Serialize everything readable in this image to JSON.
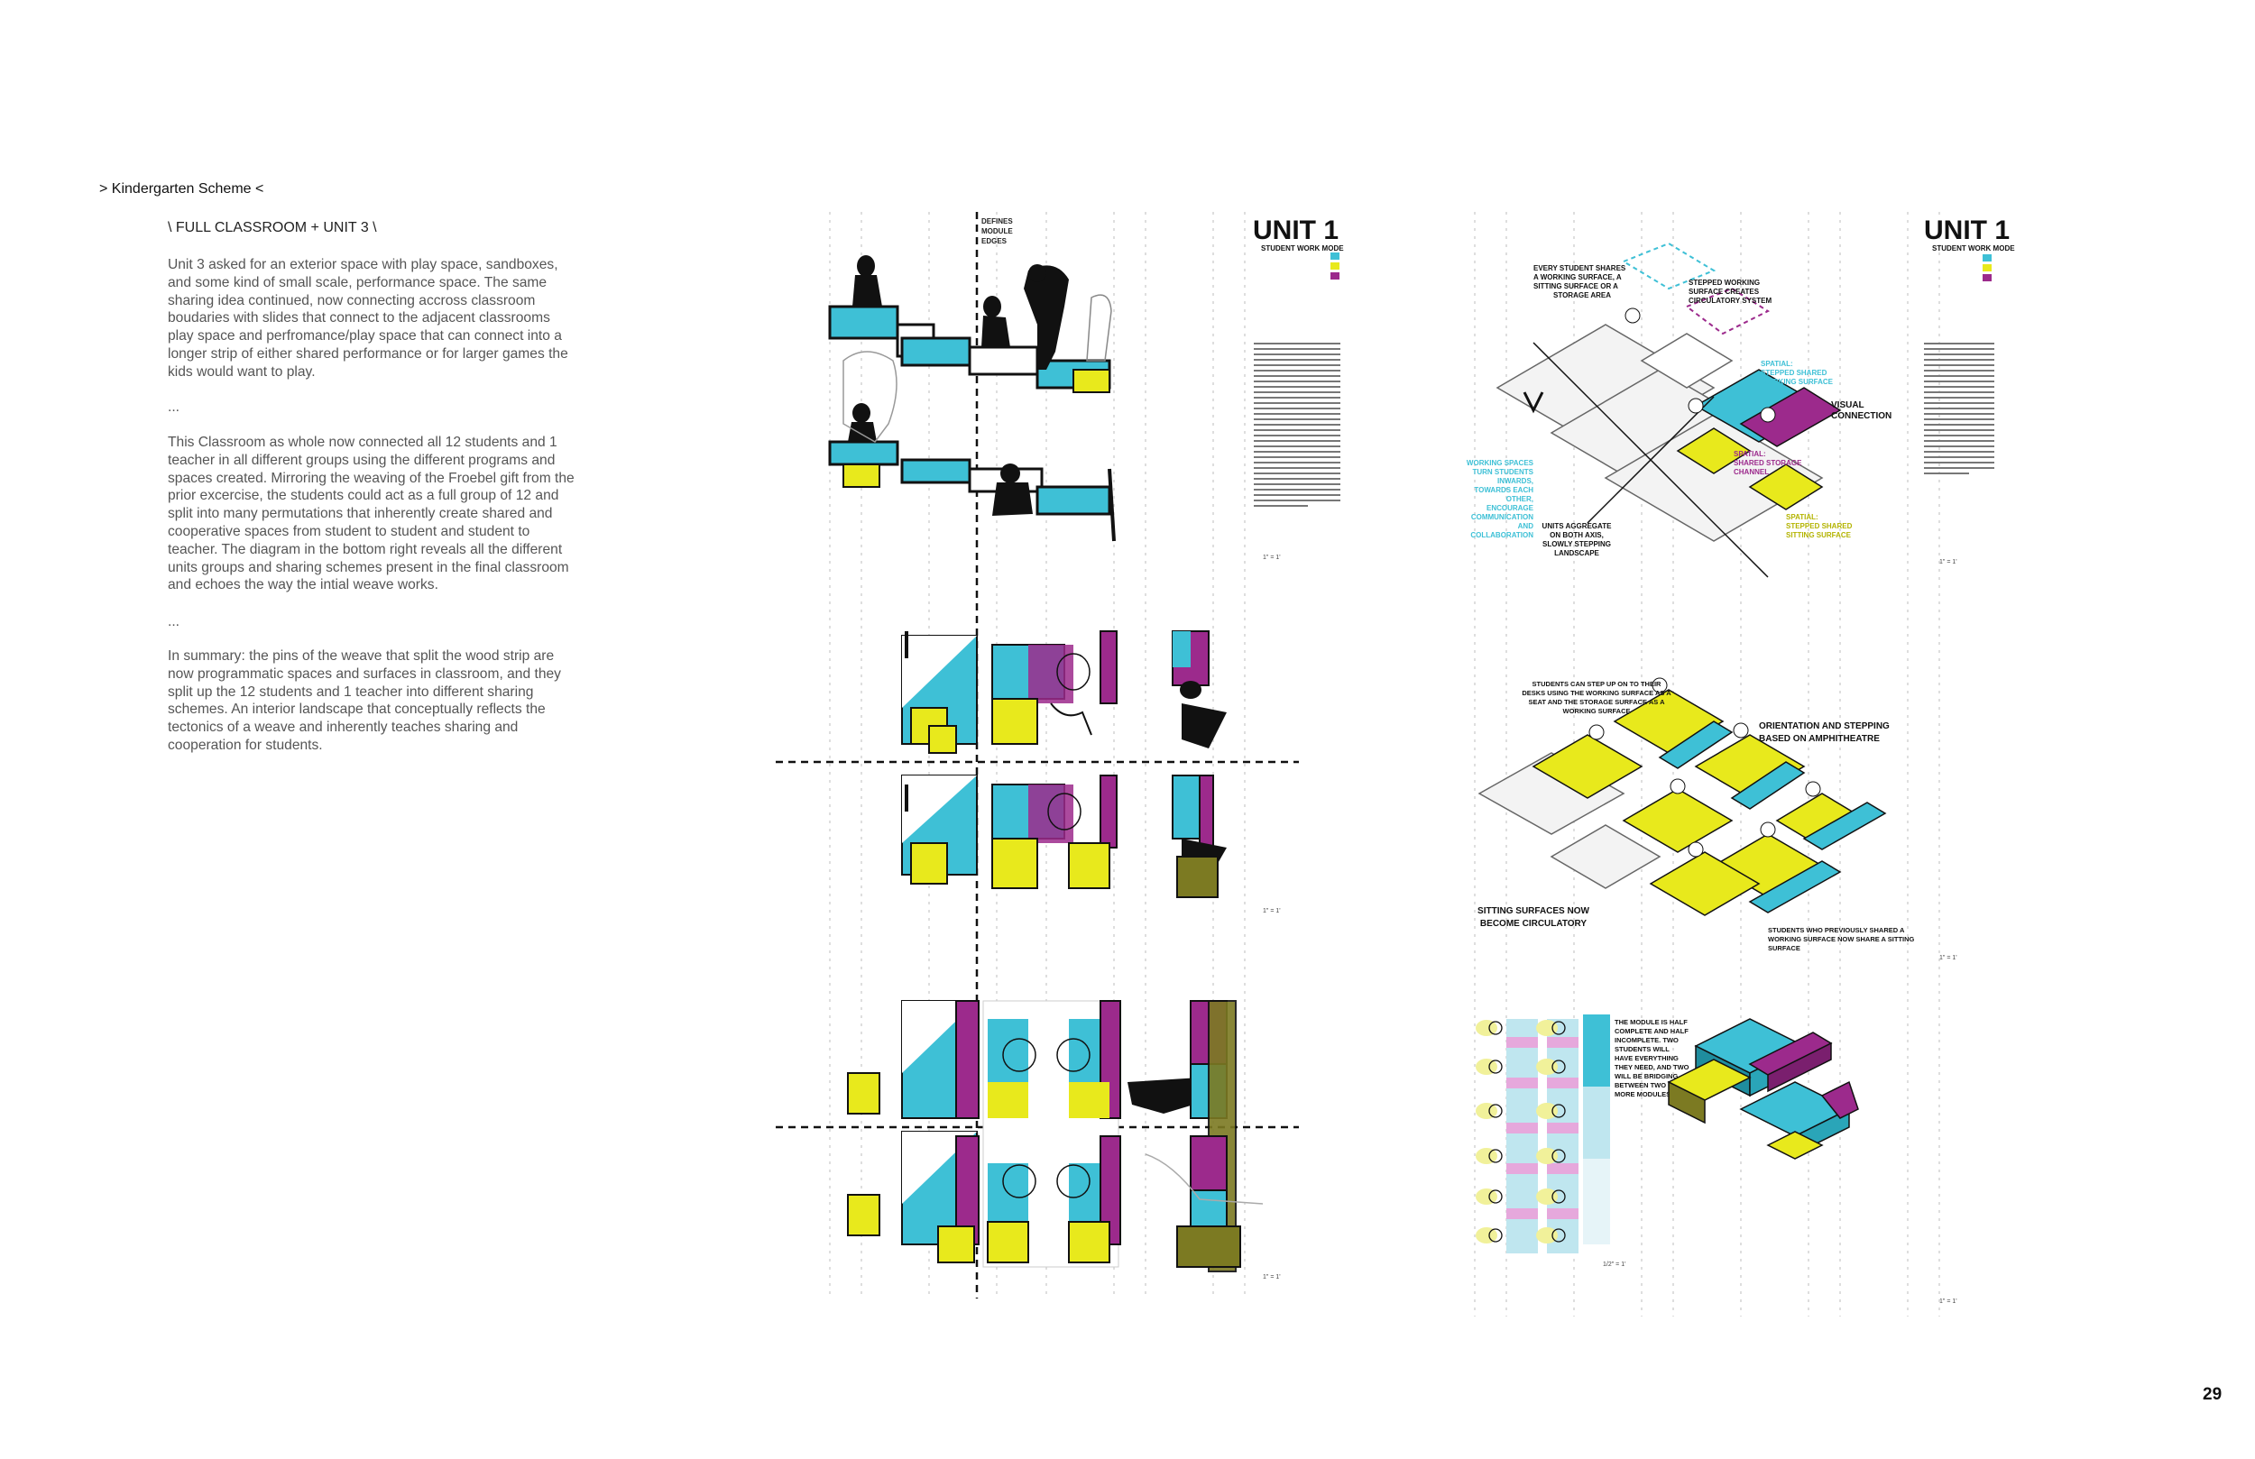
{
  "page": {
    "scheme_title": "> Kindergarten Scheme <",
    "subtitle": "\\ FULL CLASSROOM + UNIT 3 \\",
    "paragraph_1": "Unit 3 asked for an exterior space with play space, sandboxes, and some kind of small scale, performance space. The same sharing idea continued, now connecting accross classroom boudaries with slides that connect to the adjacent classrooms play space and perfromance/play space that can connect into a longer strip of either shared performance or for larger games the kids would want to play.",
    "ellipsis_1": "...",
    "paragraph_2": "This Classroom as whole now connected all 12 students and 1 teacher in all different groups using the different programs and spaces created. Mirroring the weaving of the Froebel gift from the prior excercise, the students could act as a full group of 12 and split into many permutations that inherently create shared and cooperative spaces from student to student and student to teacher. The diagram in the bottom right reveals all the different units groups and sharing schemes present in the final classroom and echoes the way the intial weave works.",
    "ellipsis_2": "...",
    "paragraph_3": "In summary: the pins of the weave that split the wood strip are now programmatic spaces and surfaces in classroom, and they split up the 12 students and 1 teacher into different sharing schemes. An interior landscape that conceptually reflects the tectonics of a weave and inherently teaches sharing and cooperation for students.",
    "page_number": "29"
  },
  "diagram": {
    "defines_module_edges": [
      "DEFINES",
      "MODULE",
      "EDGES"
    ],
    "unit_title_left": "UNIT 1",
    "unit_title_right": "UNIT 1",
    "unit_subtitle": "STUDENT WORK MODE",
    "scales": {
      "left_1": "1\" = 1'",
      "left_2": "1\" = 1'",
      "left_3": "1\" = 1'",
      "right_1": "1\" = 1'",
      "right_2": "1\" = 1'",
      "right_3": "1\" = 1'",
      "modules": "1/2\" = 1'"
    },
    "annotations": {
      "every_student": [
        "EVERY STUDENT SHARES",
        "A WORKING SURFACE, A",
        "SITTING SURFACE OR A",
        "STORAGE AREA"
      ],
      "stepped": [
        "STEPPED WORKING",
        "SURFACE CREATES",
        "CIRCULATORY SYSTEM"
      ],
      "spatial_1": [
        "SPATIAL:",
        "STEPPED SHARED",
        "WORKING SURFACE"
      ],
      "visual": [
        "VISUAL",
        "CONNECTION"
      ],
      "spatial_2": [
        "SPATIAL:",
        "SHARED STORAGE",
        "CHANNEL"
      ],
      "working_spaces": [
        "WORKING SPACES",
        "TURN STUDENTS",
        "INWARDS,",
        "TOWARDS EACH",
        "OTHER,",
        "ENCOURAGE",
        "COMMUNICATION",
        "AND",
        "COLLABORATION"
      ],
      "units_aggregate": [
        "UNITS AGGREGATE",
        "ON BOTH AXIS,",
        "SLOWLY STEPPING",
        "LANDSCAPE"
      ],
      "spatial_3": [
        "SPATIAL:",
        "STEPPED SHARED",
        "SITTING SURFACE"
      ],
      "step_up": [
        "STUDENTS CAN STEP UP ON TO THEIR",
        "DESKS USING THE WORKING SURFACE AS A",
        "SEAT AND THE STORAGE SURFACE AS A",
        "WORKING SURFACE"
      ],
      "orientation": [
        "ORIENTATION AND STEPPING",
        "BASED ON AMPHITHEATRE"
      ],
      "sitting": [
        "SITTING SURFACES NOW",
        "BECOME CIRCULATORY"
      ],
      "students_previously": [
        "STUDENTS WHO PREVIOUSLY SHARED A",
        "WORKING SURFACE NOW SHARE A SITTING",
        "SURFACE"
      ],
      "module_half": [
        "THE MODULE IS HALF",
        "COMPLETE AND HALF",
        "INCOMPLETE. TWO",
        "STUDENTS WILL",
        "HAVE EVERYTHING",
        "THEY NEED, AND TWO",
        "WILL BE BRIDGING",
        "BETWEEN TWO OR",
        "MORE MODULES."
      ]
    },
    "colors": {
      "cyan": "#3ec0d6",
      "magenta": "#9c2a8c",
      "yellow": "#e8e91c",
      "olive": "#7c7a22",
      "black": "#111111",
      "pink_light": "#e6a8dc",
      "cyan_light": "#bfe6ef"
    }
  }
}
